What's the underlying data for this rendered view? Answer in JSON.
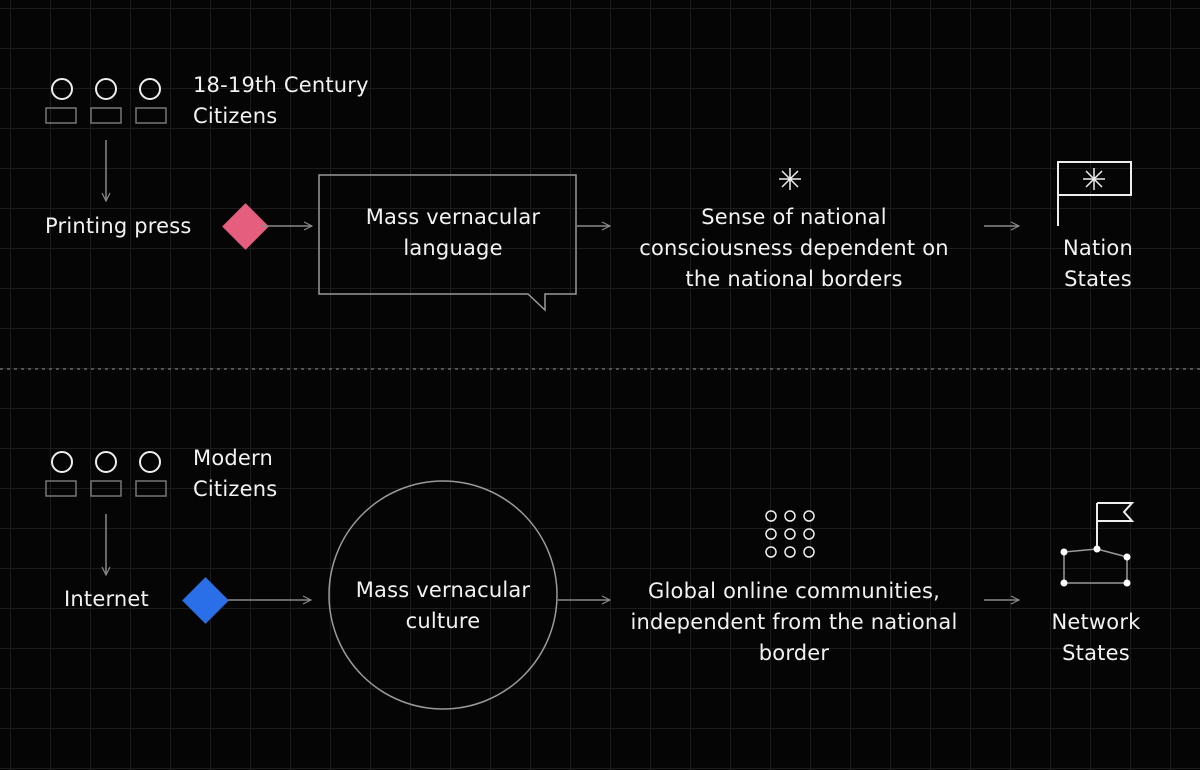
{
  "top": {
    "citizens_line1": "18-19th Century",
    "citizens_line2": "Citizens",
    "trigger": "Printing press",
    "medium_line1": "Mass vernacular",
    "medium_line2": "language",
    "consciousness_line1": "Sense of national",
    "consciousness_line2": "consciousness dependent on",
    "consciousness_line3": "the national borders",
    "result_line1": "Nation",
    "result_line2": "States",
    "accent": "#e55e7e",
    "icons": [
      "people-icon",
      "starburst-icon",
      "flag-icon"
    ]
  },
  "bottom": {
    "citizens_line1": "Modern",
    "citizens_line2": "Citizens",
    "trigger": "Internet",
    "medium_line1": "Mass vernacular",
    "medium_line2": "culture",
    "communities_line1": "Global online communities,",
    "communities_line2": "independent from the national",
    "communities_line3": "border",
    "result_line1": "Network",
    "result_line2": "States",
    "accent": "#2b6fe8",
    "icons": [
      "people-icon",
      "dot-grid-icon",
      "network-flag-icon"
    ]
  }
}
